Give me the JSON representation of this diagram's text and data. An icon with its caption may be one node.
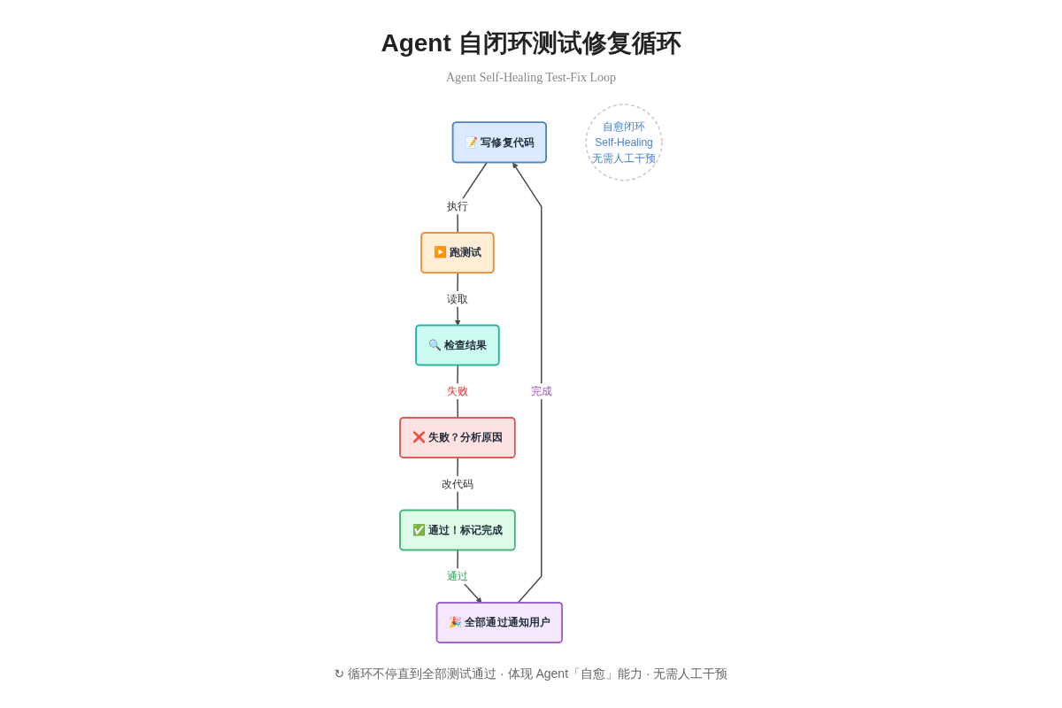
{
  "diagram": {
    "title": "Agent 自闭环测试修复循环",
    "caption": "↻ 循环不停直到全部测试通过 · 体现 Agent「自愈」能力 · 无需人工干预",
    "nodes": [
      {
        "text": [
          "📝 写修复代码"
        ]
      },
      {
        "text": [
          "🎉 全部通过通知用户"
        ]
      },
      {
        "text": [
          "▶️ 跑测试"
        ]
      },
      {
        "text": [
          "自愈闭环",
          "Self-Healing",
          "无需人工干预"
        ]
      },
      {
        "text": [
          "✅ 通过！标记完成"
        ]
      },
      {
        "text": [
          "🔍 检查结果"
        ]
      },
      {
        "text": [
          "❌ 失败？分析原因"
        ]
      }
    ],
    "edges": [
      {
        "from": 0,
        "to": 2,
        "arrow": "none",
        "label": "执行"
      },
      {
        "from": 2,
        "to": 5,
        "arrow": "to",
        "label": "读取"
      },
      {
        "from": 5,
        "to": 6,
        "arrow": "none",
        "label": "失败"
      },
      {
        "from": 6,
        "to": 4,
        "arrow": "none",
        "label": "改代码"
      },
      {
        "from": 4,
        "to": 1,
        "arrow": "to",
        "label": "通过"
      },
      {
        "from": 1,
        "to": 0,
        "arrow": "to",
        "label": "完成"
      }
    ],
    "labels": [
      "Agent Self-Healing Test-Fix Loop"
    ]
  }
}
